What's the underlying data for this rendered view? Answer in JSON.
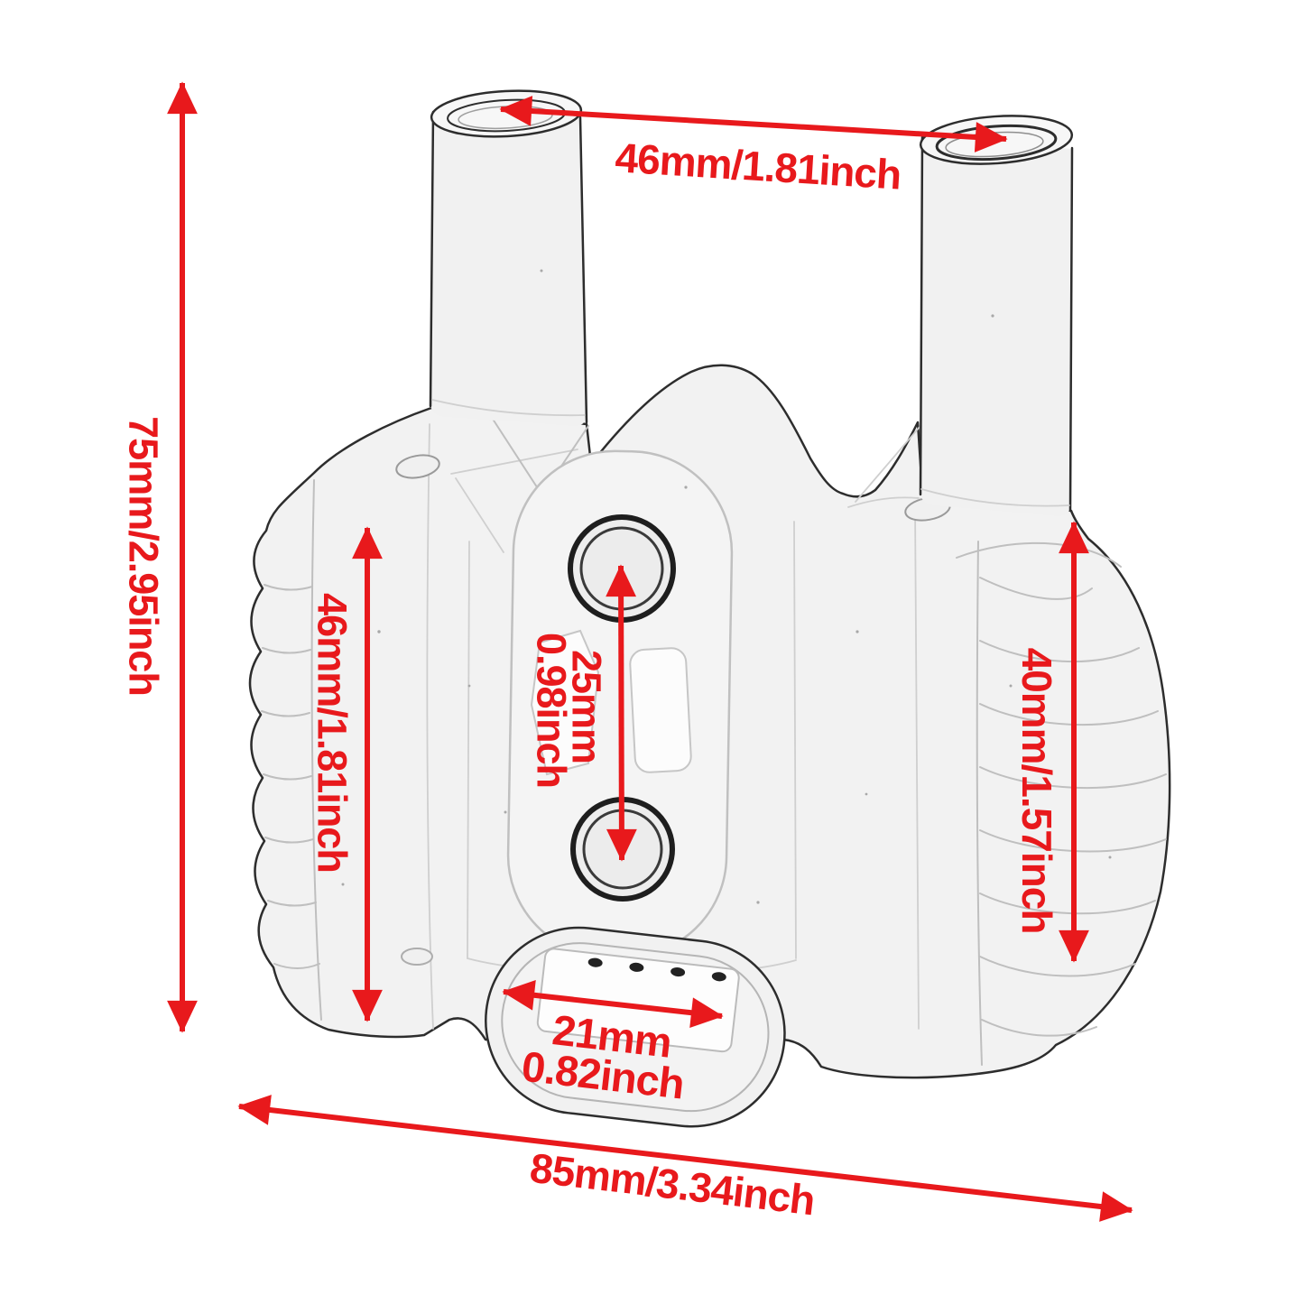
{
  "figure": {
    "subject": "Ignition coil outline sketch with dimension callouts",
    "background_color": "#ffffff",
    "annotation_color": "#e8191c",
    "sketch_outline_color": "#2d2d2d",
    "sketch_detail_color": "#bfbfbf"
  },
  "dimensions": {
    "top_span": {
      "label": "46mm/1.81inch",
      "mm": 46,
      "inch": 1.81
    },
    "overall_height": {
      "label": "75mm/2.95inch",
      "mm": 75,
      "inch": 2.95
    },
    "left_height": {
      "label": "46mm/1.81inch",
      "mm": 46,
      "inch": 1.81
    },
    "hole_spacing": {
      "mm_label": "25mm",
      "inch_label": "0.98inch",
      "mm": 25,
      "inch": 0.98
    },
    "right_height": {
      "label": "40mm/1.57inch",
      "mm": 40,
      "inch": 1.57
    },
    "connector_width": {
      "mm_label": "21mm",
      "inch_label": "0.82inch",
      "mm": 21,
      "inch": 0.82
    },
    "overall_width": {
      "label": "85mm/3.34inch",
      "mm": 85,
      "inch": 3.34
    }
  }
}
